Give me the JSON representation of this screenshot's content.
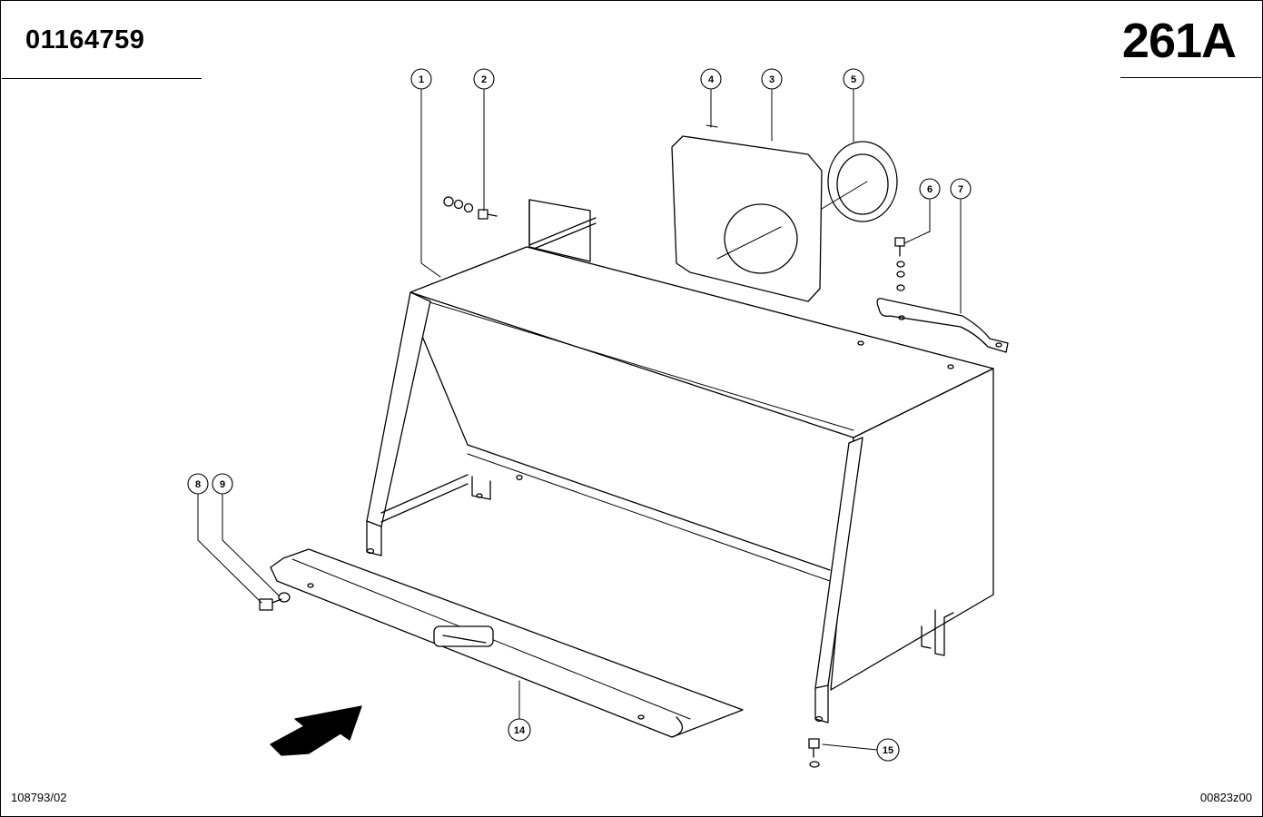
{
  "header": {
    "part_number": "01164759",
    "page_code": "261A"
  },
  "footer": {
    "left_code": "108793/02",
    "right_code": "00823z00"
  },
  "callouts": [
    {
      "id": "c1",
      "label": "1"
    },
    {
      "id": "c2",
      "label": "2"
    },
    {
      "id": "c3",
      "label": "3"
    },
    {
      "id": "c4",
      "label": "4"
    },
    {
      "id": "c5",
      "label": "5"
    },
    {
      "id": "c6",
      "label": "6"
    },
    {
      "id": "c7",
      "label": "7"
    },
    {
      "id": "c8",
      "label": "8"
    },
    {
      "id": "c9",
      "label": "9"
    },
    {
      "id": "c14",
      "label": "14"
    },
    {
      "id": "c15",
      "label": "15"
    }
  ]
}
